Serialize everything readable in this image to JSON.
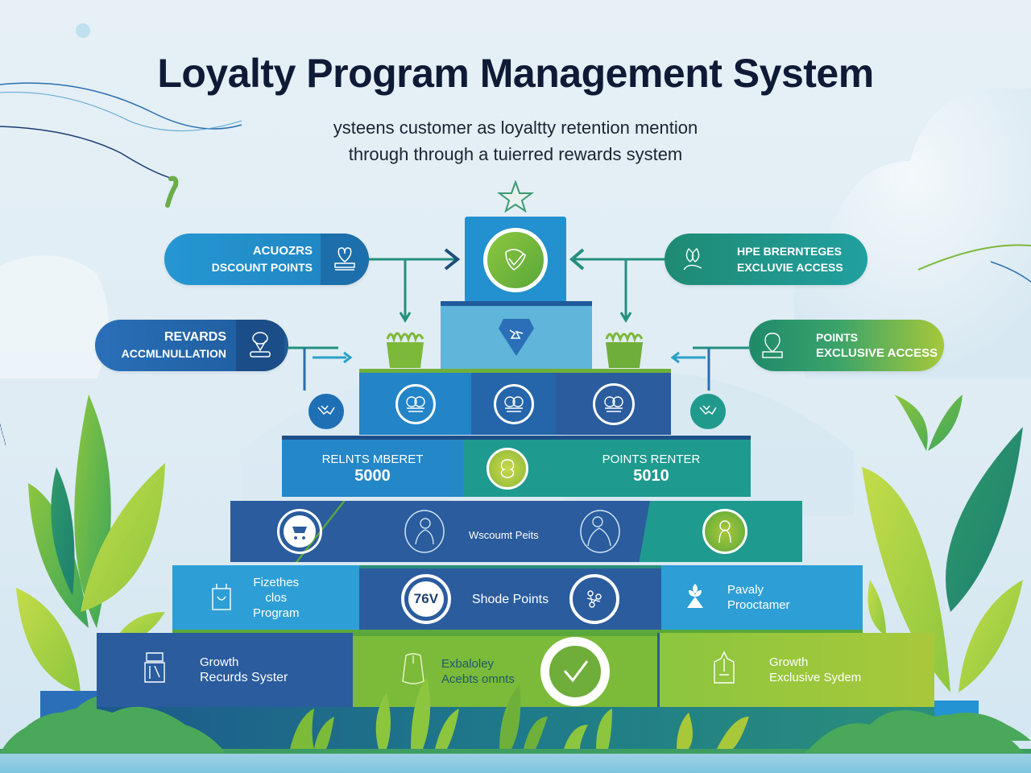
{
  "header": {
    "title": "Loyalty Program Management System",
    "subtitle_line1": "ysteens customer as loyaltty retention mention",
    "subtitle_line2": "through through a tuierred rewards system"
  },
  "left_pills": [
    {
      "line1": "ACUOZRS",
      "line2": "DSCOUNT POINTS",
      "icon": "gift-icon"
    },
    {
      "line1": "REVARDS",
      "line2": "ACCMLNULLATION",
      "icon": "location-stamp-icon"
    }
  ],
  "right_pills": [
    {
      "line1": "HPE BRERNTEGES",
      "line2": "EXCLUVIE ACCESS",
      "icon": "leaf-hand-icon"
    },
    {
      "line1": "POINTS",
      "line2": "EXCLUSIVE ACCESS",
      "icon": "pin-stamp-icon"
    }
  ],
  "pyramid": {
    "apex": {
      "icon": "star-icon",
      "badge_icon": "check-badge-icon"
    },
    "tier2": {
      "icon": "diamond-pin-icon"
    },
    "tier3": {
      "icons": [
        "emblem-icon",
        "emblem-icon",
        "emblem-icon"
      ]
    },
    "tier4": {
      "left_label": "RELNTS MBERET",
      "left_value": "5000",
      "center_icon": "coin-icon",
      "right_label": "POINTS RENTER",
      "right_value": "5010"
    },
    "tier5": {
      "label": "Wscoumt Peits",
      "icons": [
        "cart-icon",
        "person-icon",
        "people-icon",
        "character-icon"
      ]
    },
    "tier6": {
      "left_label_lines": [
        "Fizethes",
        "clos",
        "Program"
      ],
      "center_badge": "76V",
      "center_label": "Shode Points",
      "right_label_lines": [
        "Pavaly",
        "Prooctamer"
      ],
      "icons": [
        "bag-icon",
        "badge-icon",
        "network-icon",
        "plant-icon"
      ]
    },
    "tier7": {
      "left_label_lines": [
        "Growth",
        "Recurds Syster"
      ],
      "center_label_lines": [
        "Exbaloley",
        "Acebts omnts"
      ],
      "right_label_lines": [
        "Growth",
        "Exclusive Sydem"
      ],
      "icons": [
        "cup-icon",
        "shirt-icon",
        "check-icon",
        "jacket-icon"
      ]
    }
  },
  "side_nodes": {
    "left_icon": "handshake-icon",
    "right_icon": "handshake-icon"
  },
  "colors": {
    "navy": "#2a5c9e",
    "blue": "#2387c8",
    "light_blue": "#5fb6d9",
    "teal": "#1f9a8c",
    "green": "#7cb83a",
    "lime": "#a8c83a",
    "title": "#0f1a36"
  }
}
